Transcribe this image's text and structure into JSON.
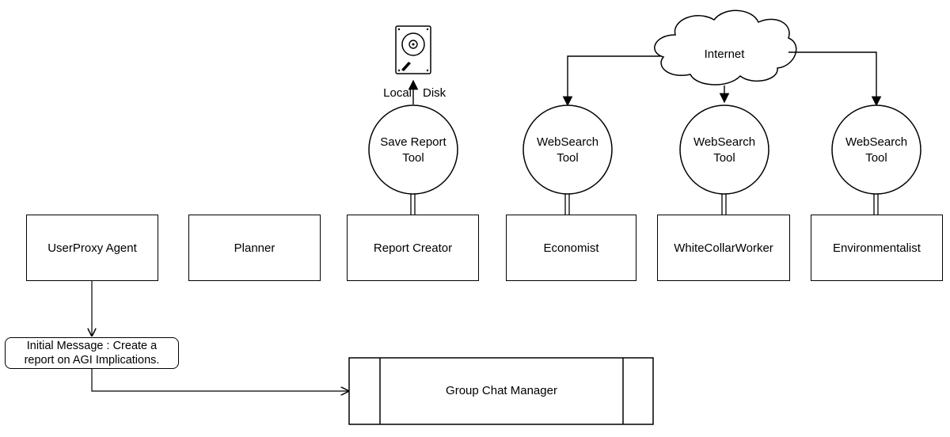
{
  "agents": {
    "userproxy": "UserProxy Agent",
    "planner": "Planner",
    "report_creator": "Report Creator",
    "economist": "Economist",
    "whitecollar": "WhiteCollarWorker",
    "environmentalist": "Environmentalist"
  },
  "tools": {
    "save_report": "Save Report\nTool",
    "websearch_1": "WebSearch\nTool",
    "websearch_2": "WebSearch\nTool",
    "websearch_3": "WebSearch\nTool"
  },
  "internet": "Internet",
  "disk": {
    "left_label": "Local",
    "right_label": "Disk"
  },
  "initial_message": "Initial Message : Create a\nreport on AGI Implications.",
  "manager": "Group Chat Manager"
}
